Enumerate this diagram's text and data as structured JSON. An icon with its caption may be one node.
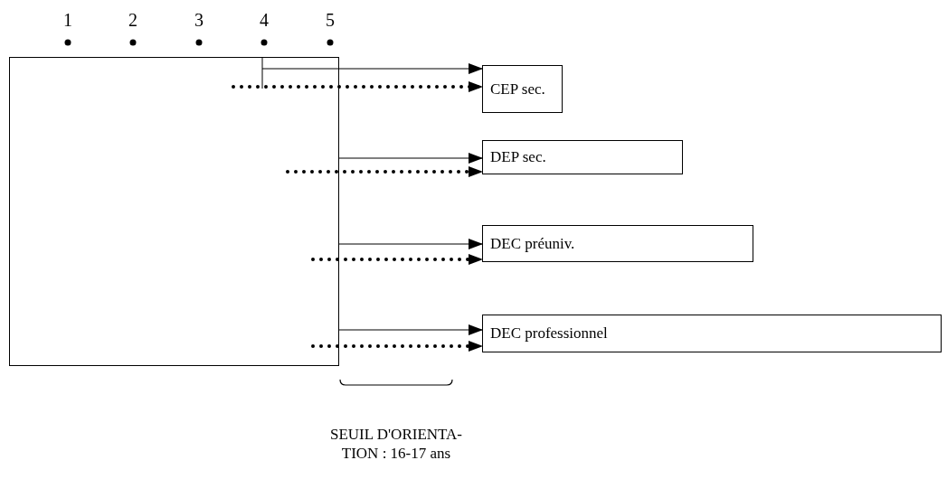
{
  "diagram": {
    "nodes": [
      {
        "text": [],
        "shape": "box"
      },
      {
        "text": [
          "CEP sec."
        ]
      },
      {
        "text": [
          "DEP sec."
        ]
      },
      {
        "text": [
          "DEC préuniv."
        ]
      },
      {
        "text": [
          "DEC professionnel"
        ]
      }
    ],
    "edges": [
      {
        "from": 0,
        "to": 1,
        "arrow": "to"
      },
      {
        "from": 0,
        "to": 1,
        "arrow": "to",
        "style": "dashed"
      },
      {
        "from": 0,
        "to": 2,
        "arrow": "to"
      },
      {
        "from": 0,
        "to": 2,
        "arrow": "to",
        "style": "dashed"
      },
      {
        "from": 0,
        "to": 3,
        "arrow": "to"
      },
      {
        "from": 0,
        "to": 3,
        "arrow": "to",
        "style": "dashed"
      },
      {
        "from": 0,
        "to": 4,
        "arrow": "to"
      },
      {
        "from": 0,
        "to": 4,
        "arrow": "to",
        "style": "dashed"
      }
    ],
    "labels": [
      "1",
      "2",
      "3",
      "4",
      "5",
      "SEUIL D'ORIENTA- TION : 16-17 ans"
    ]
  }
}
